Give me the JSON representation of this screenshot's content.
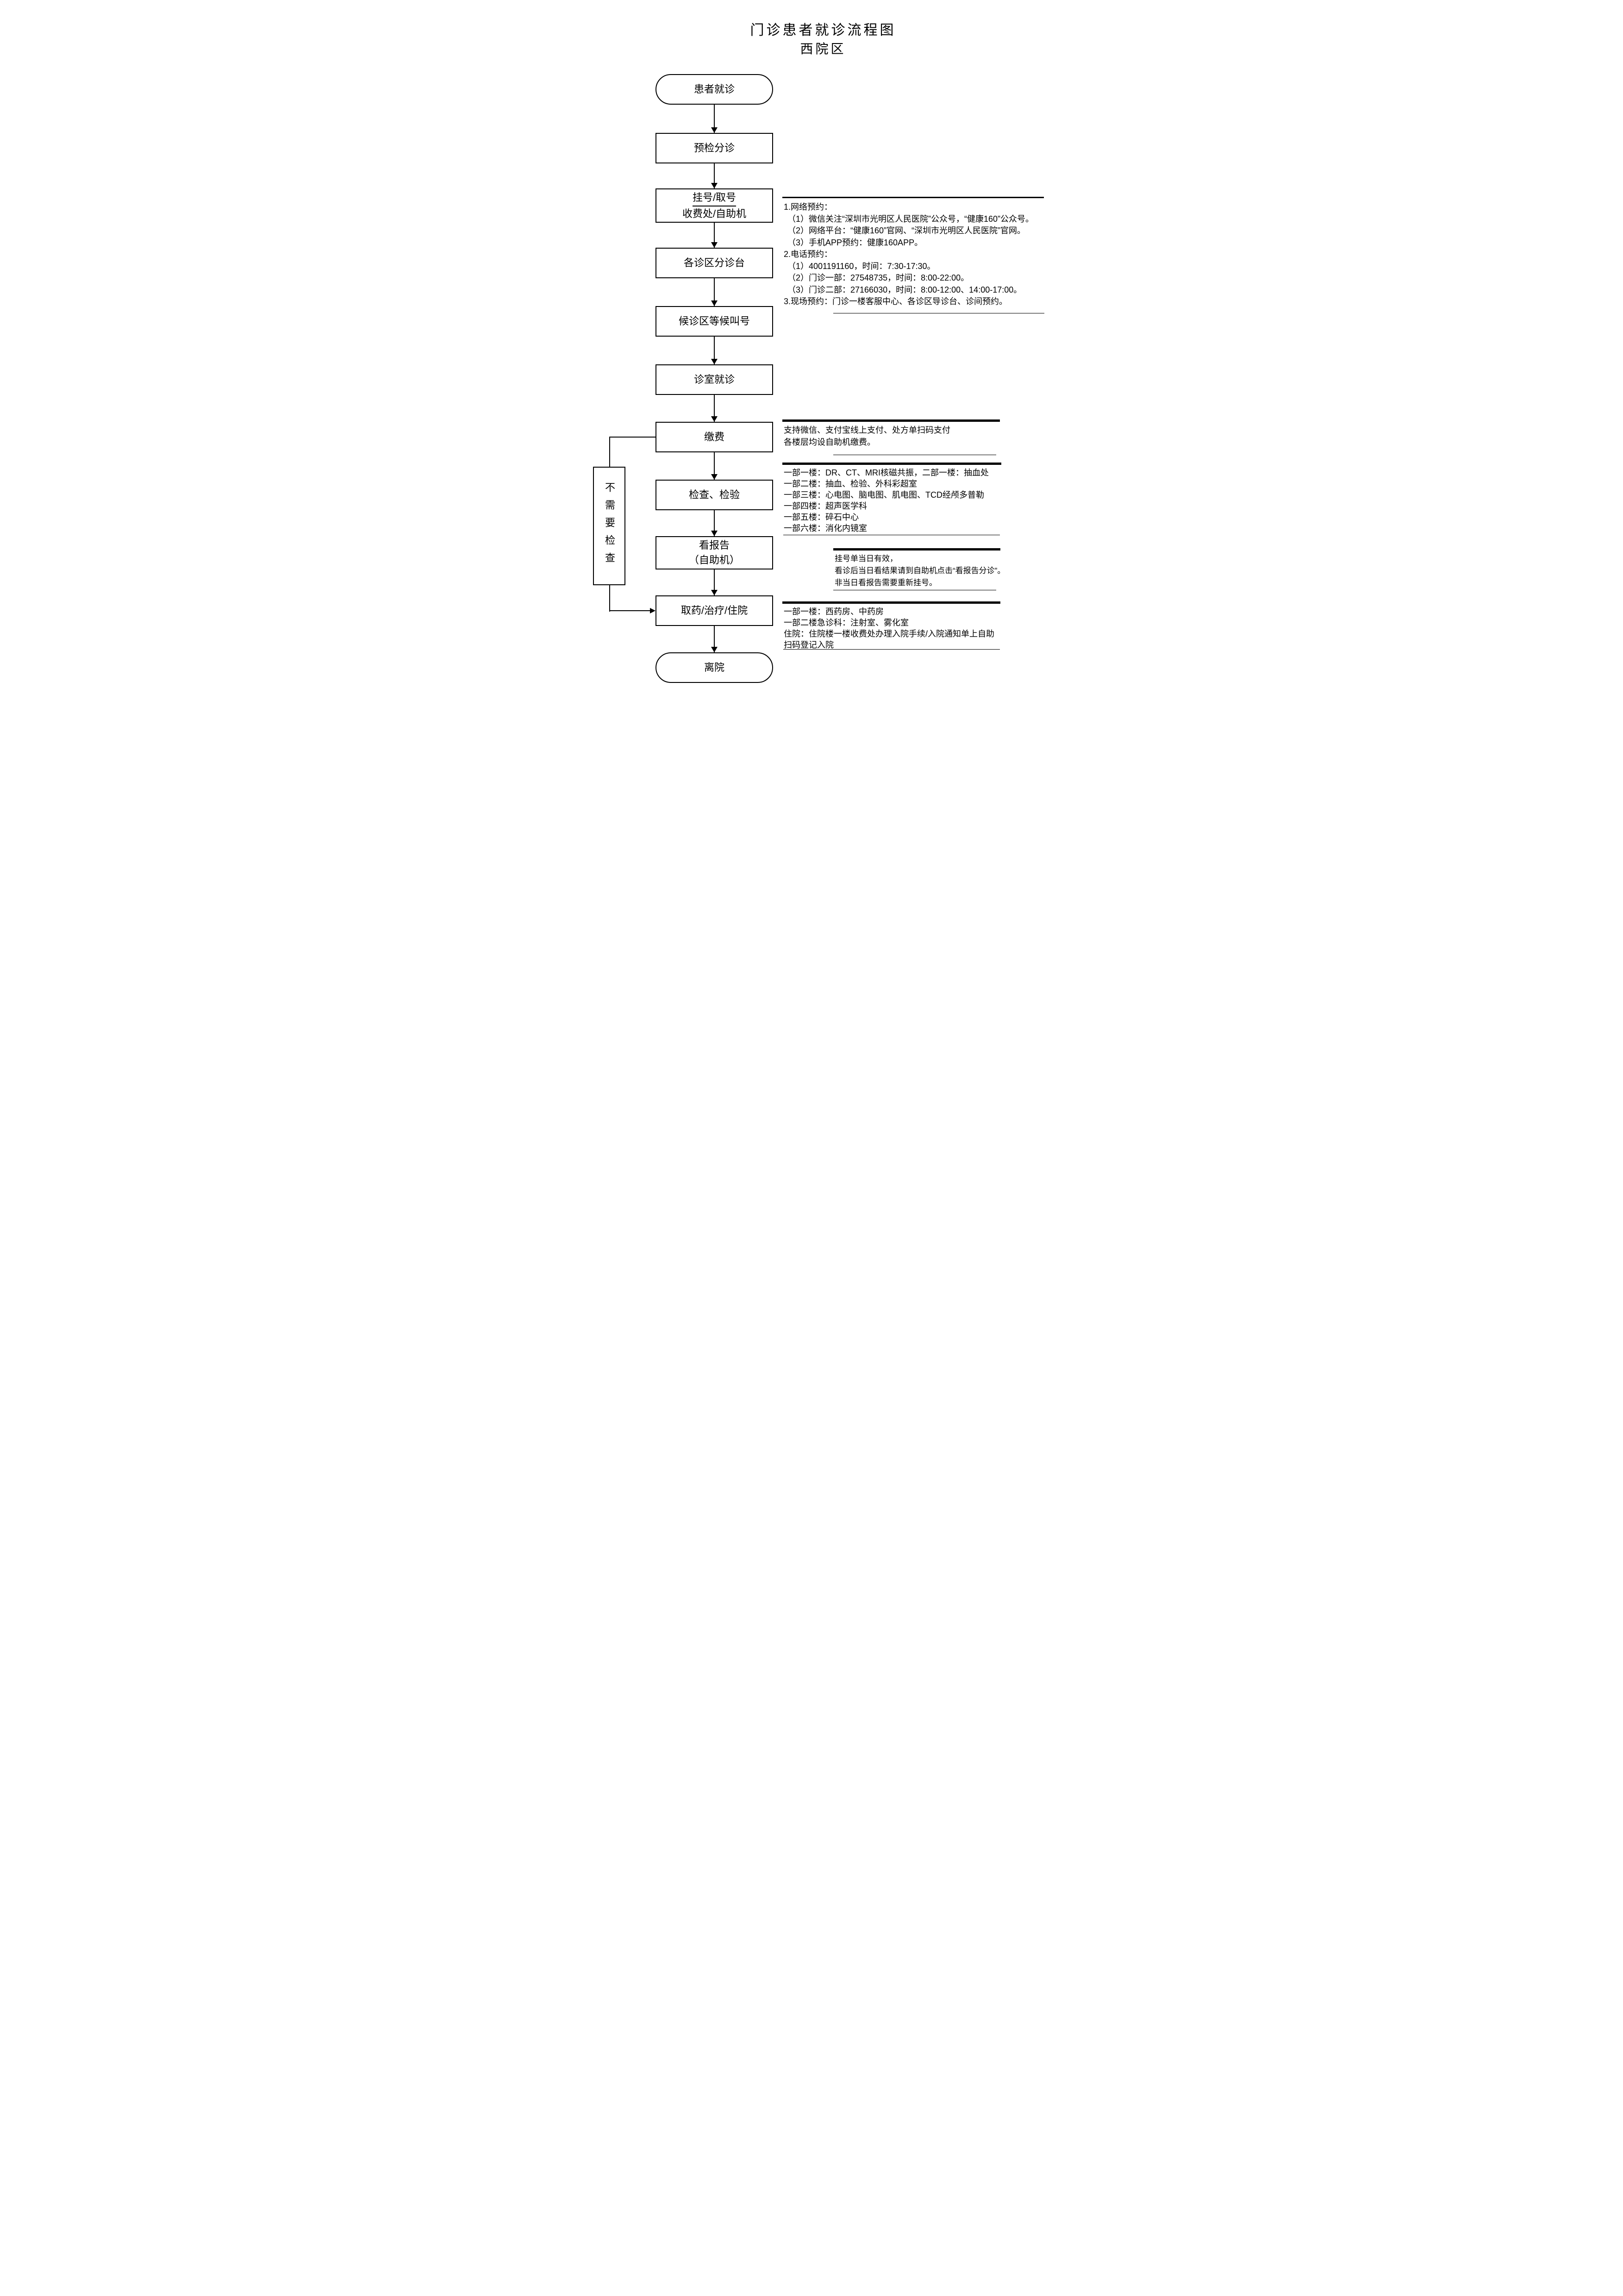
{
  "title": "门诊患者就诊流程图",
  "subtitle": "西院区",
  "colors": {
    "line": "#000000",
    "background": "#ffffff"
  },
  "nodes": {
    "start": "患者就诊",
    "precheck": "预检分诊",
    "register_line1": "挂号/取号",
    "register_line2": "收费处/自助机",
    "triage_desk": "各诊区分诊台",
    "waiting": "候诊区等候叫号",
    "consult": "诊室就诊",
    "pay": "缴费",
    "exam": "检查、检验",
    "report_line1": "看报告",
    "report_line2": "（自助机）",
    "dispense": "取药/治疗/住院",
    "leave": "离院"
  },
  "branch": {
    "label": "不需要检查"
  },
  "annotations": [
    {
      "name": "appointment-info",
      "lines": [
        "1.网络预约：",
        "（1）微信关注“深圳市光明区人民医院”公众号，“健康160”公众号。",
        "（2）网络平台：“健康160”官网、“深圳市光明区人民医院”官网。",
        "（3）手机APP预约：健康160APP。",
        "2.电话预约：",
        "（1）4001191160，时间：7:30-17:30。",
        "（2）门诊一部：27548735，时间：8:00-22:00。",
        "（3）门诊二部：27166030，时间：8:00-12:00、14:00-17:00。",
        "3.现场预约：门诊一楼客服中心、各诊区导诊台、诊间预约。"
      ]
    },
    {
      "name": "payment-info",
      "lines": [
        "支持微信、支付宝线上支付、处方单扫码支付",
        "各楼层均设自助机缴费。"
      ]
    },
    {
      "name": "exam-locations-info",
      "lines": [
        "一部一楼：DR、CT、MRI核磁共振，二部一楼：抽血处",
        "一部二楼：抽血、检验、外科彩超室",
        "一部三楼：心电图、脑电图、肌电图、TCD经颅多普勒",
        "一部四楼：超声医学科",
        "一部五楼：碎石中心",
        "一部六楼：消化内镜室"
      ]
    },
    {
      "name": "report-info",
      "lines": [
        "挂号单当日有效，",
        "看诊后当日看结果请到自助机点击“看报告分诊”。",
        "非当日看报告需要重新挂号。"
      ]
    },
    {
      "name": "pharmacy-admission-info",
      "lines": [
        "一部一楼：西药房、中药房",
        "一部二楼急诊科：注射室、雾化室",
        "住院：住院楼一楼收费处办理入院手续/入院通知单上自助扫码登记入院"
      ]
    }
  ]
}
